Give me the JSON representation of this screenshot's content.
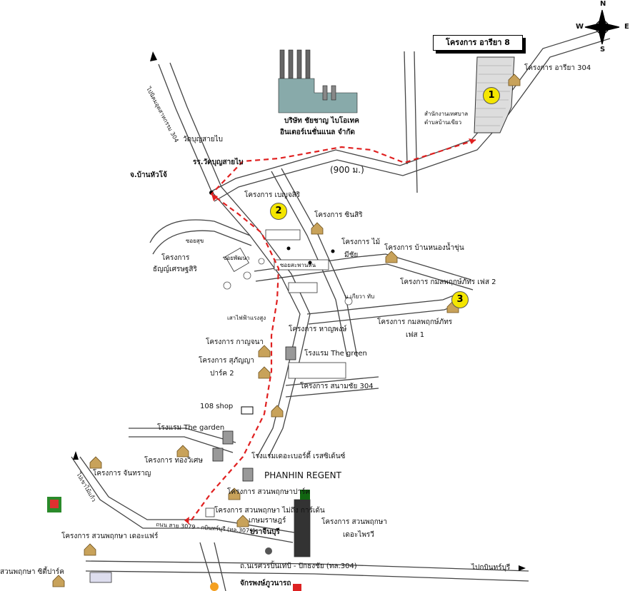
{
  "compass": {
    "n": "N",
    "s": "S",
    "e": "E",
    "w": "W"
  },
  "title": "โครงการ อารียา 8",
  "labels": {
    "ariya304": "โครงการ อารียา 304",
    "company": "บริษัท ชัยชาญ ไบโอเทค",
    "company2": "อินเตอร์เนชั่นแนล จำกัด",
    "wat": "วัดบุญสายไบ",
    "school": "รร.วัดบุญสายไบ",
    "junction": "จ.บ้านหัวโจ้",
    "road_top": "ไปนิคมอุตสาหกรรม 304",
    "distance": "(900 ม.)",
    "baanyai": "สำนักงานเทศบาลตำบลบ้านเขียว",
    "benjasiri": "โครงการ เบญจสิริ",
    "sinsiri": "โครงการ ซินสิริ",
    "mai": "โครงการ ไม้",
    "mai2": "มีชัย",
    "baannong": "โครงการ บ้านหนองน้ำขุ่น",
    "kamol2": "โครงการ กมลพฤกษ์ภัทร เฟส 2",
    "kamol1": "โครงการ กมลพฤกษ์ภัทร",
    "kamol1b": "เฟส 1",
    "tanya": "โครงการ",
    "tanya2": "ธัญญ์เศรษฐสิริ",
    "sapanhin": "ซอยสะพานหิน",
    "kaona": "น.เกียวา ทับ",
    "harnpong": "โครงการ หาญพงษ์",
    "kanjana": "โครงการ กาญจนา",
    "supanya": "โครงการ สุภัญญา",
    "supanya2": "ปาร์ค 2",
    "hotel_green": "โรงแรม The green",
    "sanom": "โครงการ สนามชัย 304",
    "shop": "108 shop",
    "hotel_garden": "โรงแรม The garden",
    "thongsiri": "โครงการ ทองวิเศษ",
    "hotel_residence": "โรงแรมเดอะเบอร์ดี้ เรสซิเด้นซ์",
    "regent": "PHANHIN REGENT",
    "suanphan": "โครงการ สวนพฤกษาปาร์ค",
    "chantaran": "โครงการ จันทราญ",
    "suanpruksa": "โครงการ สวนพฤกษา ไม่ถึง การ์เด้น",
    "kasem": "เกษมราษฎร์",
    "prachin": "ปราจีนบุรี",
    "suanpruksa2": "โครงการ สวนพฤกษา",
    "suanpruksa2b": "เดอะไพรวี",
    "suanpruksa3": "โครงการ สวนพฤกษา เดอะแฟร์",
    "suanpark": "สวนพฤกษา ซิตี้ปาร์ค",
    "rd_main": "ถ.นเรศวรปิ้นเท่ป้ - ปักธงชัย (ทล.304)",
    "rd_to": "ไปกบินทร์บุรี",
    "rd_side": "ถนน สาย 3079 - กบินทร์บุรี (ทล.3079)",
    "rd_left": "ไปเขาไม้แก้ว",
    "bottom": "จักรพงษ์ภูวนารถ",
    "poles": "เสาไฟฟ้าแรงสูง",
    "soi": "ซอยสุข",
    "soi2": "ซอยพัฒนา"
  },
  "markers": [
    {
      "label": "1",
      "color": "#f4e600"
    },
    {
      "label": "2",
      "color": "#f4e600"
    },
    {
      "label": "3",
      "color": "#f4e600"
    }
  ],
  "route_color": "#e02020"
}
